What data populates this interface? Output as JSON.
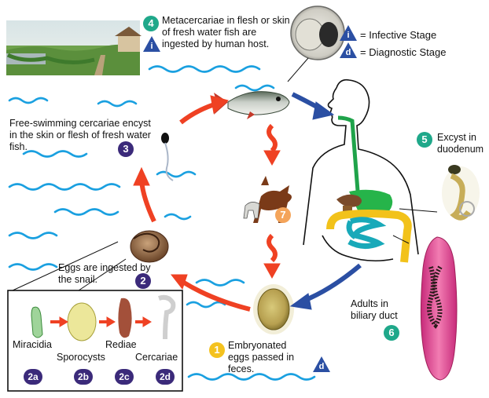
{
  "colors": {
    "water": "#1aa0e0",
    "cycle_arrow": "#ef4123",
    "human_arrow": "#2b4fa3",
    "badge_green": "#1fa88a",
    "badge_purple": "#3b2a7a",
    "badge_yellow": "#f4c21f",
    "badge_orange": "#f4a45a",
    "stage_triangle": "#2b4fa3"
  },
  "legend": {
    "infective_symbol": "i",
    "infective_label": "= Infective Stage",
    "diagnostic_symbol": "d",
    "diagnostic_label": "= Diagnostic Stage"
  },
  "steps": {
    "s1": {
      "num": "1",
      "text": "Embryonated eggs passed in feces.",
      "stage": "d"
    },
    "s2": {
      "num": "2",
      "text": "Eggs are ingested by the snail."
    },
    "s3": {
      "num": "3",
      "text": "Free-swimming cercariae encyst in the skin or flesh of fresh water fish."
    },
    "s4": {
      "num": "4",
      "text": "Metacercariae in flesh or skin of fresh water fish are ingested by human host.",
      "stage": "i"
    },
    "s5": {
      "num": "5",
      "text": "Excyst in duodenum"
    },
    "s6": {
      "num": "6",
      "text": "Adults in biliary duct"
    },
    "s7": {
      "num": "7"
    }
  },
  "snail_stages": [
    {
      "code": "2a",
      "label": "Miracidia"
    },
    {
      "code": "2b",
      "label": "Sporocysts"
    },
    {
      "code": "2c",
      "label": "Rediae"
    },
    {
      "code": "2d",
      "label": "Cercariae"
    }
  ]
}
